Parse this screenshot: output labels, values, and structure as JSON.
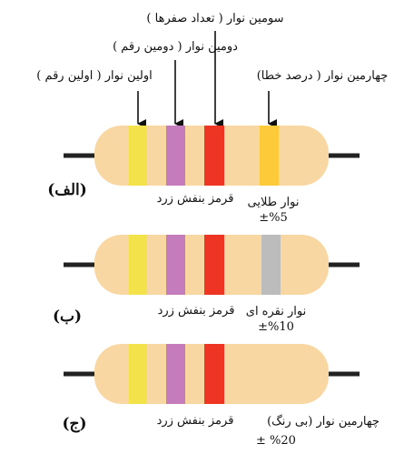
{
  "colors": {
    "body": "#f9d7a2",
    "lead": "#222222",
    "yellow": "#f4e24a",
    "violet": "#c57cbd",
    "red": "#ee3524",
    "gold": "#fdca3a",
    "silver": "#bcbcbc"
  },
  "callouts": {
    "band1": "اولین نوار ( اولین رقم )",
    "band2": "دومین نوار ( دومین رقم )",
    "band3": "سومین نوار ( تعداد صفرها )",
    "band4": "چهارمین نوار ( درصد خطا)"
  },
  "resistors": [
    {
      "tag": "(الف)",
      "bands_label": "قرمز بنفش زرد",
      "tol_line1": "نوار طلایی",
      "tol_line2": "±%5",
      "fourth_band": "gold"
    },
    {
      "tag": "(ب)",
      "bands_label": "قرمز بنفش زرد",
      "tol_line1": "نوار نقره ای",
      "tol_line2": "±%10",
      "fourth_band": "silver"
    },
    {
      "tag": "(ج)",
      "bands_label": "قرمز بنفش زرد",
      "tol_line1": "چهارمین نوار (بی رنگ)",
      "tol_line2": "± %20",
      "fourth_band": "none"
    }
  ]
}
